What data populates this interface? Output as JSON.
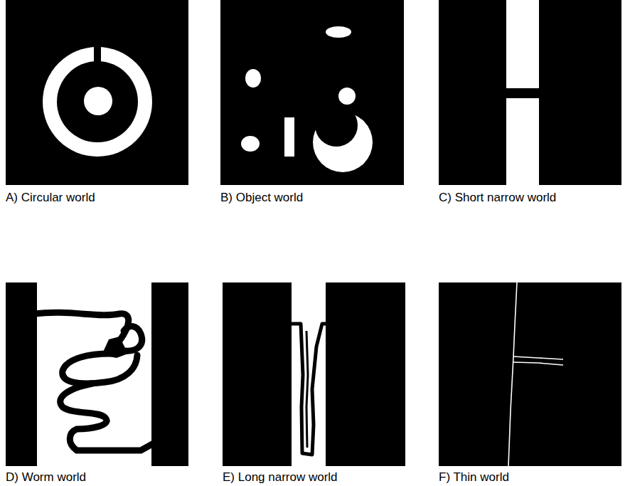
{
  "diagram": {
    "labels": [
      "A) Circular world",
      "B) Object world",
      "C) Short narrow world",
      "D) Worm world",
      "E) Long narrow world",
      "F) Thin world"
    ]
  }
}
